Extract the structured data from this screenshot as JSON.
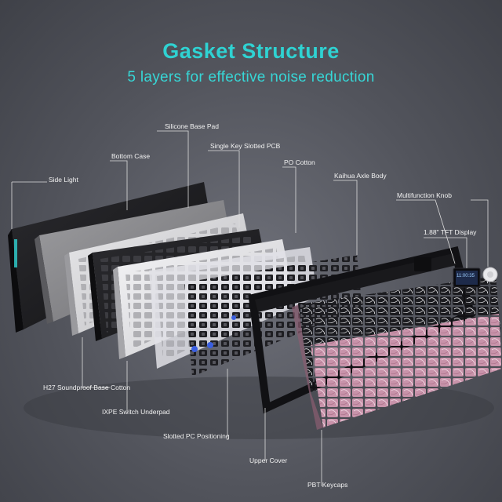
{
  "header": {
    "title": "Gasket Structure",
    "subtitle": "5 layers for effective noise reduction"
  },
  "labels": {
    "silicone_base_pad": "Silicone Base Pad",
    "bottom_case": "Bottom Case",
    "single_key_slotted_pcb": "Single Key Slotted PCB",
    "po_cotton": "PO Cotton",
    "kaihua_axle_body": "Kaihua Axle Body",
    "side_light": "Side Light",
    "multifunction_knob": "Multifunction Knob",
    "tft_display": "1.88\" TFT Display",
    "h27_soundproof_base_cotton": "H27 Soundproof Base Cotton",
    "ixpe_switch_underpad": "IXPE Switch Underpad",
    "slotted_pc_positioning": "Slotted PC Positioning",
    "upper_cover": "Upper Cover",
    "pbt_keycaps": "PBT Keycaps"
  },
  "display": {
    "time": "11:00:35"
  },
  "colors": {
    "accent": "#2fd2d2",
    "label_text": "#f2f2f2",
    "leader_line": "#dddddd",
    "keycap_pink": "#c98fa8"
  }
}
